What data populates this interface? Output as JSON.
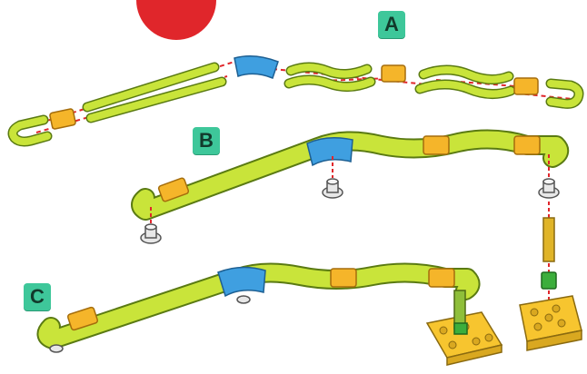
{
  "steps": [
    {
      "label": "A"
    },
    {
      "label": "B"
    },
    {
      "label": "C"
    }
  ],
  "colors": {
    "track_green": "#c9e43a",
    "track_outline": "#5a7a12",
    "connector_orange": "#f5b52a",
    "curve_blue": "#3f9fe0",
    "guide_red": "#e0262b",
    "pin_gray": "#e8e8e8",
    "peg_green": "#3cae3c",
    "base_yellow": "#f7c52f",
    "badge_teal": "#3ec79a",
    "corner_red": "#e0262b"
  }
}
